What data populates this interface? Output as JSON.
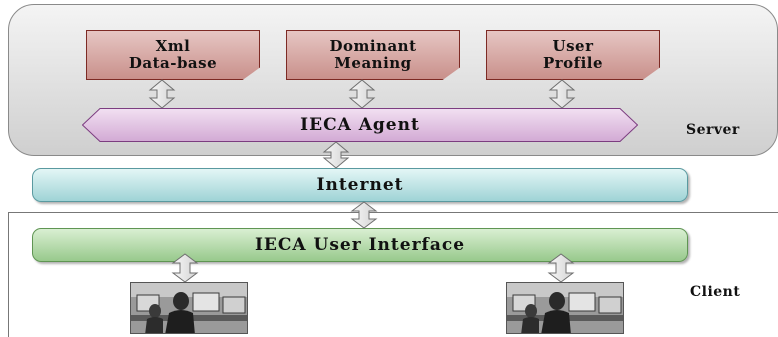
{
  "server": {
    "label": "Server",
    "boxes": [
      {
        "line1": "Xml",
        "line2": "Data-base"
      },
      {
        "line1": "Dominant",
        "line2": "Meaning"
      },
      {
        "line1": "User",
        "line2": "Profile"
      }
    ],
    "agent_label": "IECA Agent"
  },
  "internet_label": "Internet",
  "client": {
    "label": "Client",
    "ui_label": "IECA User Interface"
  },
  "colors": {
    "doc_fill": "#c9908b",
    "agent_fill": "#d2a9d4",
    "internet_fill": "#9fd3d6",
    "ui_fill": "#98c98c"
  }
}
